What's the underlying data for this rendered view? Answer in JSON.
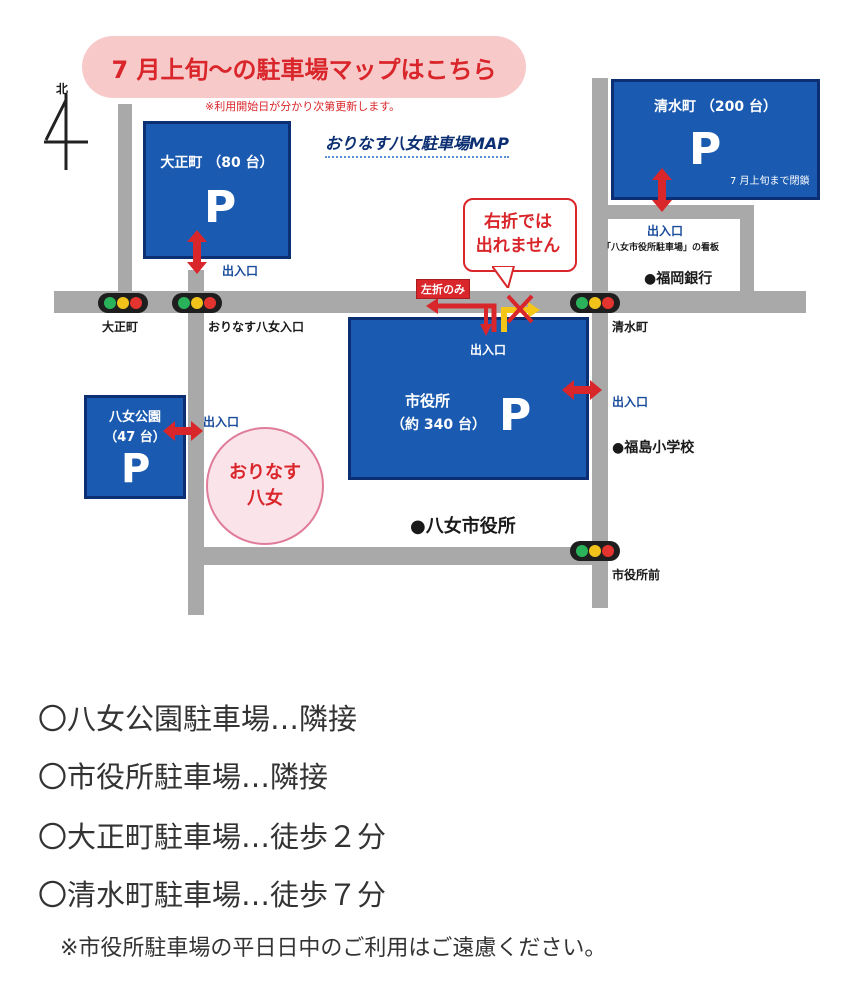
{
  "banner": {
    "title": "7 月上旬〜の駐車場マップはこちら",
    "subtitle": "※利用開始日が分かり次第更新します。"
  },
  "compass": {
    "label": "北"
  },
  "map_title": "おりなす八女駐車場MAP",
  "lots": {
    "taisho": {
      "name": "大正町",
      "capacity": "（80 台）",
      "mark": "P"
    },
    "shimizu": {
      "name": "清水町",
      "capacity": "（200 台）",
      "mark": "P",
      "note": "7 月上旬まで閉鎖"
    },
    "yame_park": {
      "name": "八女公園",
      "capacity": "（47 台）",
      "mark": "P"
    },
    "city_hall": {
      "name": "市役所",
      "capacity": "（約 340 台）",
      "mark": "P"
    }
  },
  "entrances": {
    "taisho": "出入口",
    "shimizu": "出入口",
    "yame_park": "出入口",
    "city_hall_top": "出入口",
    "city_hall_right": "出入口"
  },
  "signboard": "「八女市役所駐車場」の看板",
  "no_right_turn": {
    "line1": "右折では",
    "line2": "出れません"
  },
  "left_turn_only": "左折のみ",
  "intersections": {
    "taisho": "大正町",
    "orinasu": "おりなす八女入口",
    "shimizu": "清水町",
    "city_hall_front": "市役所前"
  },
  "landmarks": {
    "bank": "●福岡銀行",
    "school": "●福島小学校",
    "city_hall": "●八女市役所",
    "orinasu": {
      "line1": "おりなす",
      "line2": "八女"
    }
  },
  "notes": [
    "〇八女公園駐車場…隣接",
    "〇市役所駐車場…隣接",
    "〇大正町駐車場…徒歩２分",
    "〇清水町駐車場…徒歩７分"
  ],
  "footnote": "※市役所駐車場の平日日中のご利用はご遠慮ください。",
  "colors": {
    "lot_fill": "#1a5ab0",
    "road": "#a9a9a9",
    "arrow_red": "#d9262b",
    "banner_bg": "#f8c9c9",
    "accent_yellow": "#f5c518"
  }
}
